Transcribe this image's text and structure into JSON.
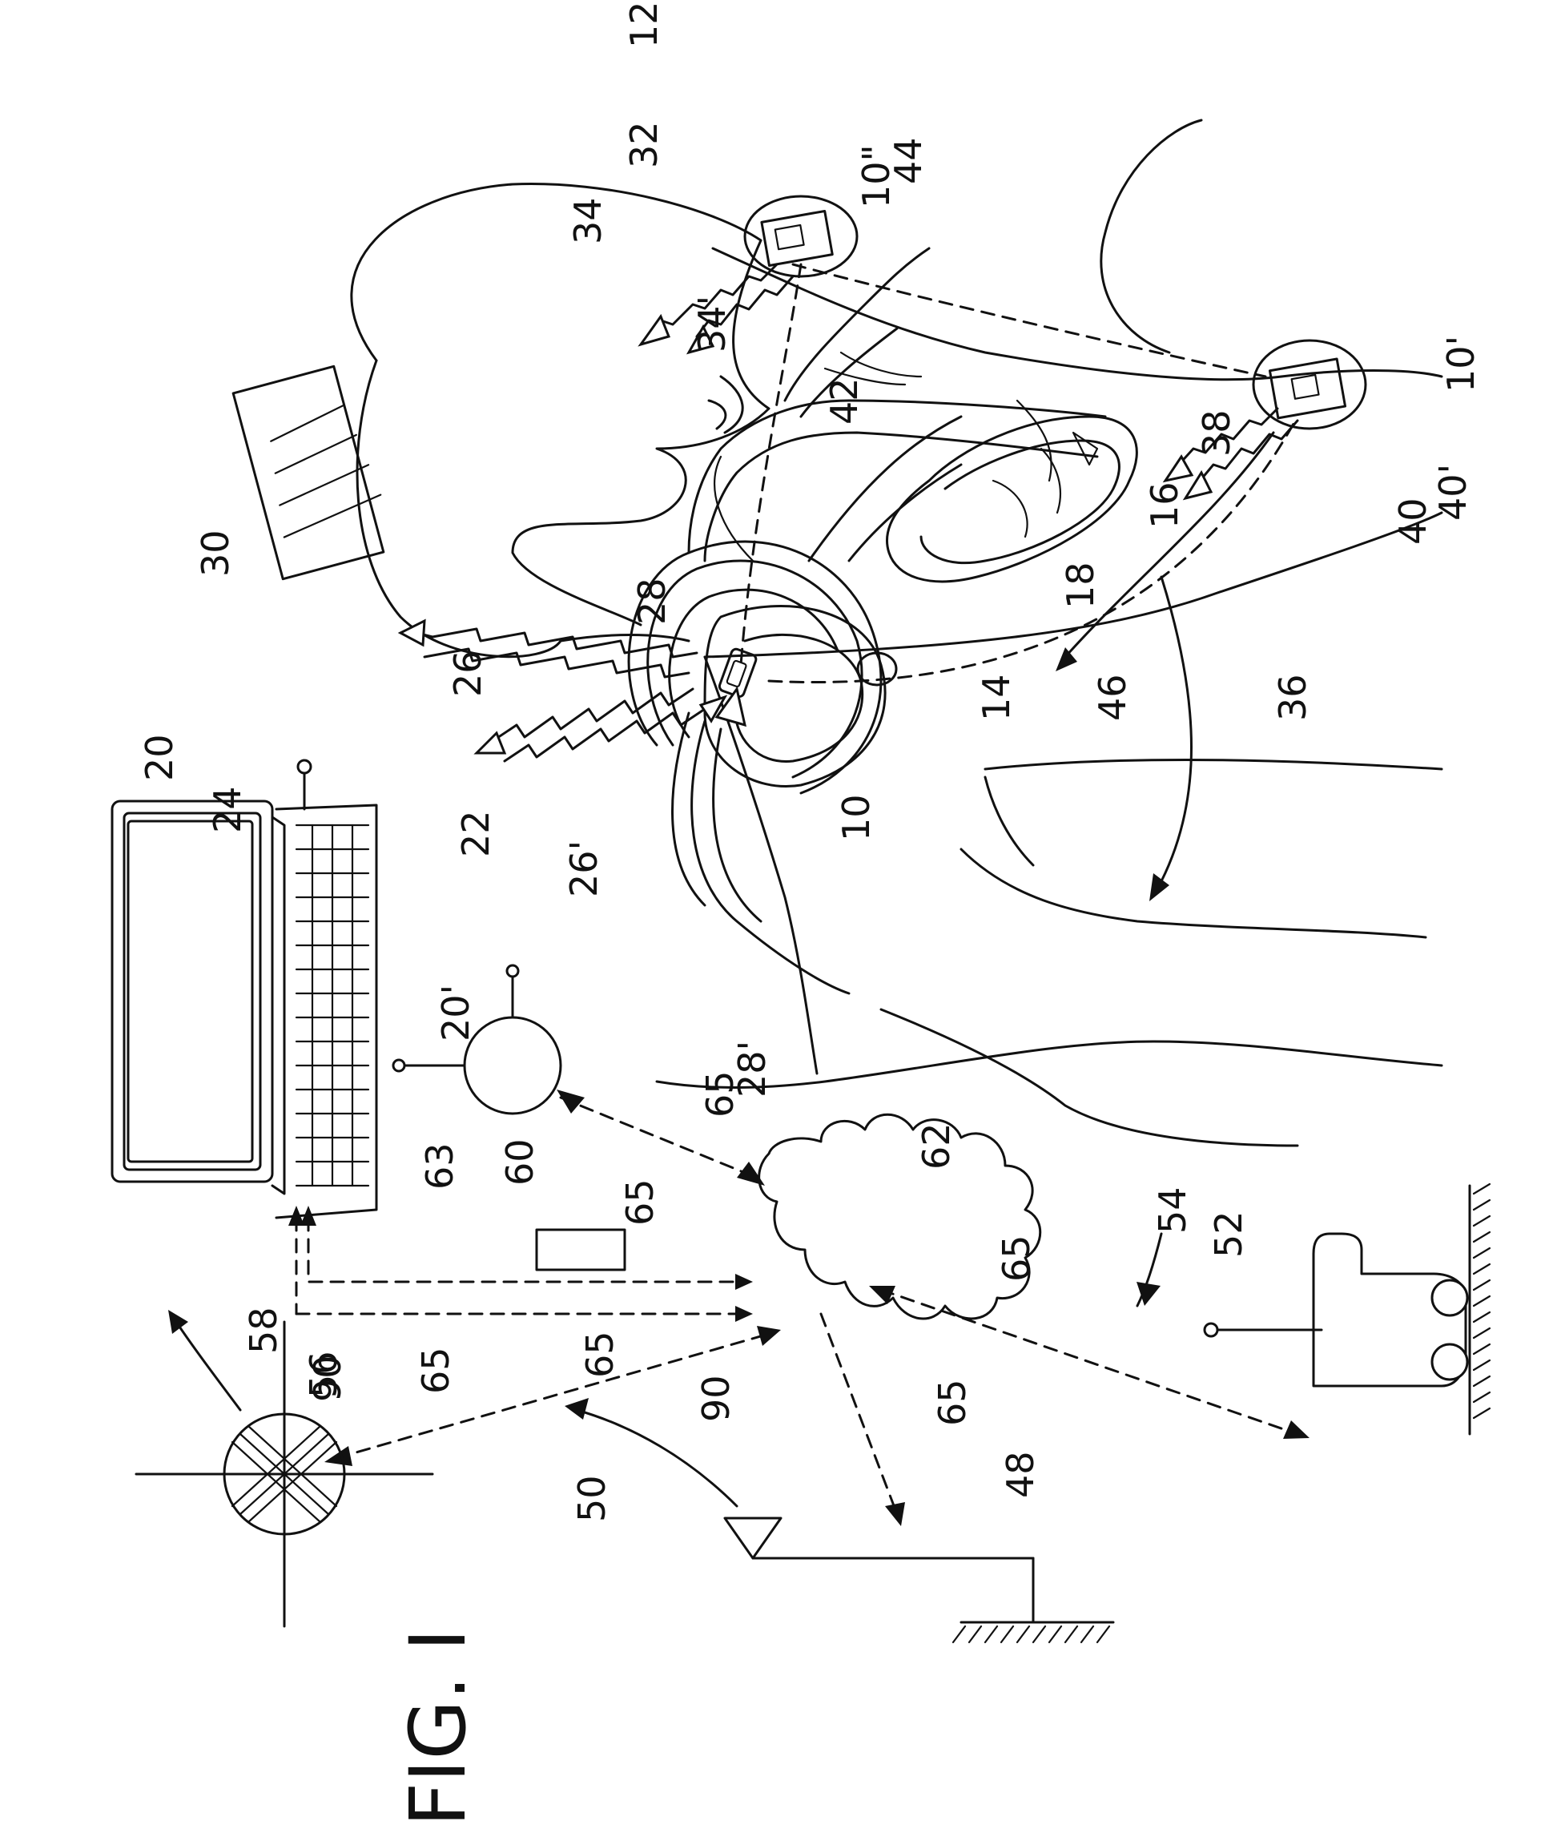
{
  "figure_label": "FIG. I",
  "labels": [
    {
      "id": "12",
      "text": "12"
    },
    {
      "id": "32",
      "text": "32"
    },
    {
      "id": "10pp",
      "text": "10\""
    },
    {
      "id": "44",
      "text": "44"
    },
    {
      "id": "34",
      "text": "34"
    },
    {
      "id": "34p",
      "text": "34'"
    },
    {
      "id": "42",
      "text": "42"
    },
    {
      "id": "10p",
      "text": "10'"
    },
    {
      "id": "38",
      "text": "38"
    },
    {
      "id": "40p",
      "text": "40'"
    },
    {
      "id": "40",
      "text": "40"
    },
    {
      "id": "16",
      "text": "16"
    },
    {
      "id": "18",
      "text": "18"
    },
    {
      "id": "30",
      "text": "30"
    },
    {
      "id": "28",
      "text": "28"
    },
    {
      "id": "14",
      "text": "14"
    },
    {
      "id": "46",
      "text": "46"
    },
    {
      "id": "36",
      "text": "36"
    },
    {
      "id": "26",
      "text": "26"
    },
    {
      "id": "20",
      "text": "20"
    },
    {
      "id": "24",
      "text": "24"
    },
    {
      "id": "22",
      "text": "22"
    },
    {
      "id": "10",
      "text": "10"
    },
    {
      "id": "26p",
      "text": "26'"
    },
    {
      "id": "20p",
      "text": "20'"
    },
    {
      "id": "28p",
      "text": "28'"
    },
    {
      "id": "65a",
      "text": "65"
    },
    {
      "id": "63",
      "text": "63"
    },
    {
      "id": "60",
      "text": "60"
    },
    {
      "id": "65b",
      "text": "65"
    },
    {
      "id": "62",
      "text": "62"
    },
    {
      "id": "54",
      "text": "54"
    },
    {
      "id": "52",
      "text": "52"
    },
    {
      "id": "65c",
      "text": "65"
    },
    {
      "id": "58",
      "text": "58"
    },
    {
      "id": "90a",
      "text": "90"
    },
    {
      "id": "65d",
      "text": "65"
    },
    {
      "id": "65e",
      "text": "65"
    },
    {
      "id": "56",
      "text": "56"
    },
    {
      "id": "90b",
      "text": "90"
    },
    {
      "id": "65f",
      "text": "65"
    },
    {
      "id": "50",
      "text": "50"
    },
    {
      "id": "48",
      "text": "48"
    }
  ]
}
